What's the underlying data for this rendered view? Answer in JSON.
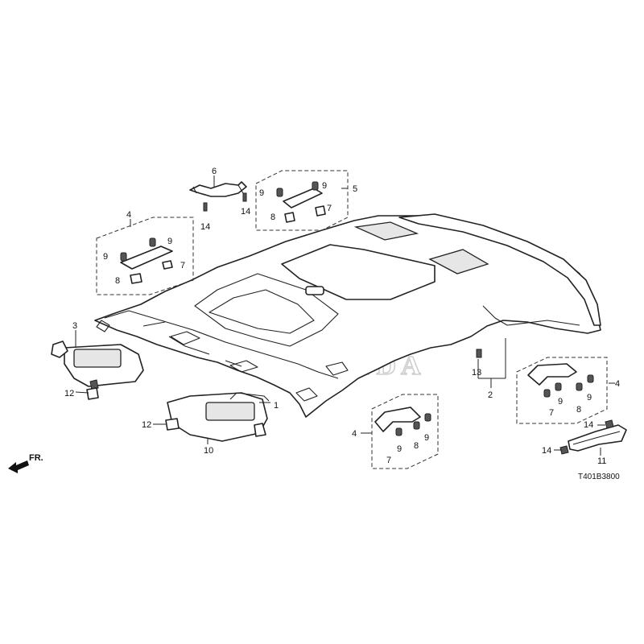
{
  "diagram": {
    "code": "T401B3800",
    "front_marker": "FR.",
    "watermark": "HONDA",
    "callouts": [
      {
        "id": "c1",
        "label": "1"
      },
      {
        "id": "c2",
        "label": "2"
      },
      {
        "id": "c3",
        "label": "3"
      },
      {
        "id": "c4a",
        "label": "4"
      },
      {
        "id": "c4b",
        "label": "4"
      },
      {
        "id": "c4c",
        "label": "4"
      },
      {
        "id": "c5",
        "label": "5"
      },
      {
        "id": "c6",
        "label": "6"
      },
      {
        "id": "c7a",
        "label": "7"
      },
      {
        "id": "c7b",
        "label": "7"
      },
      {
        "id": "c7c",
        "label": "7"
      },
      {
        "id": "c7d",
        "label": "7"
      },
      {
        "id": "c8a",
        "label": "8"
      },
      {
        "id": "c8b",
        "label": "8"
      },
      {
        "id": "c8c",
        "label": "8"
      },
      {
        "id": "c8d",
        "label": "8"
      },
      {
        "id": "c9a",
        "label": "9"
      },
      {
        "id": "c9b",
        "label": "9"
      },
      {
        "id": "c9c",
        "label": "9"
      },
      {
        "id": "c9d",
        "label": "9"
      },
      {
        "id": "c9e",
        "label": "9"
      },
      {
        "id": "c9f",
        "label": "9"
      },
      {
        "id": "c9g",
        "label": "9"
      },
      {
        "id": "c9h",
        "label": "9"
      },
      {
        "id": "c10",
        "label": "10"
      },
      {
        "id": "c11",
        "label": "11"
      },
      {
        "id": "c12a",
        "label": "12"
      },
      {
        "id": "c12b",
        "label": "12"
      },
      {
        "id": "c13",
        "label": "13"
      },
      {
        "id": "c14a",
        "label": "14"
      },
      {
        "id": "c14b",
        "label": "14"
      },
      {
        "id": "c14c",
        "label": "14"
      },
      {
        "id": "c14d",
        "label": "14"
      }
    ]
  }
}
